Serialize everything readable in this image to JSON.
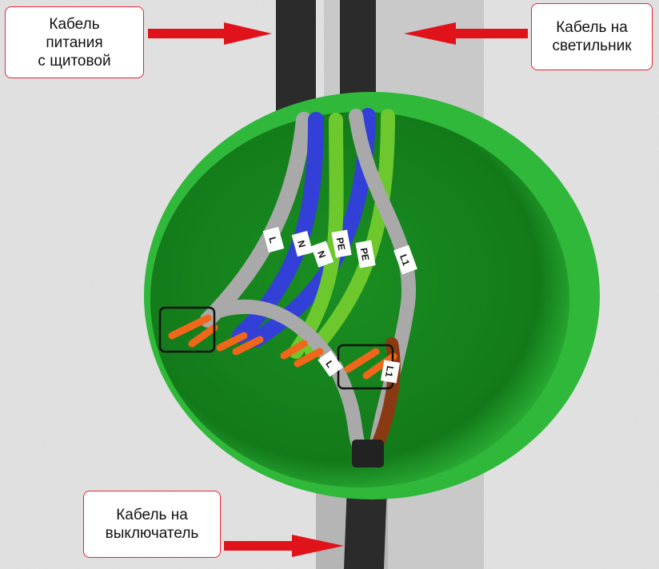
{
  "callouts": {
    "supply": {
      "line1": "Кабель",
      "line2": "питания",
      "line3": "с щитовой"
    },
    "lamp": {
      "line1": "Кабель на",
      "line2": "светильник"
    },
    "switch": {
      "line1": "Кабель на",
      "line2": "выключатель"
    }
  },
  "wire_labels": [
    "L",
    "N",
    "N",
    "PE",
    "PE",
    "L1",
    "L",
    "L1"
  ],
  "colors": {
    "box": "#1f9a2a",
    "arrow": "#e0131b",
    "phase": "#a9a9a9",
    "neutral": "#3340d8",
    "ground": "#6cc82c",
    "core": "#f0661a",
    "brown": "#8a3a12"
  }
}
